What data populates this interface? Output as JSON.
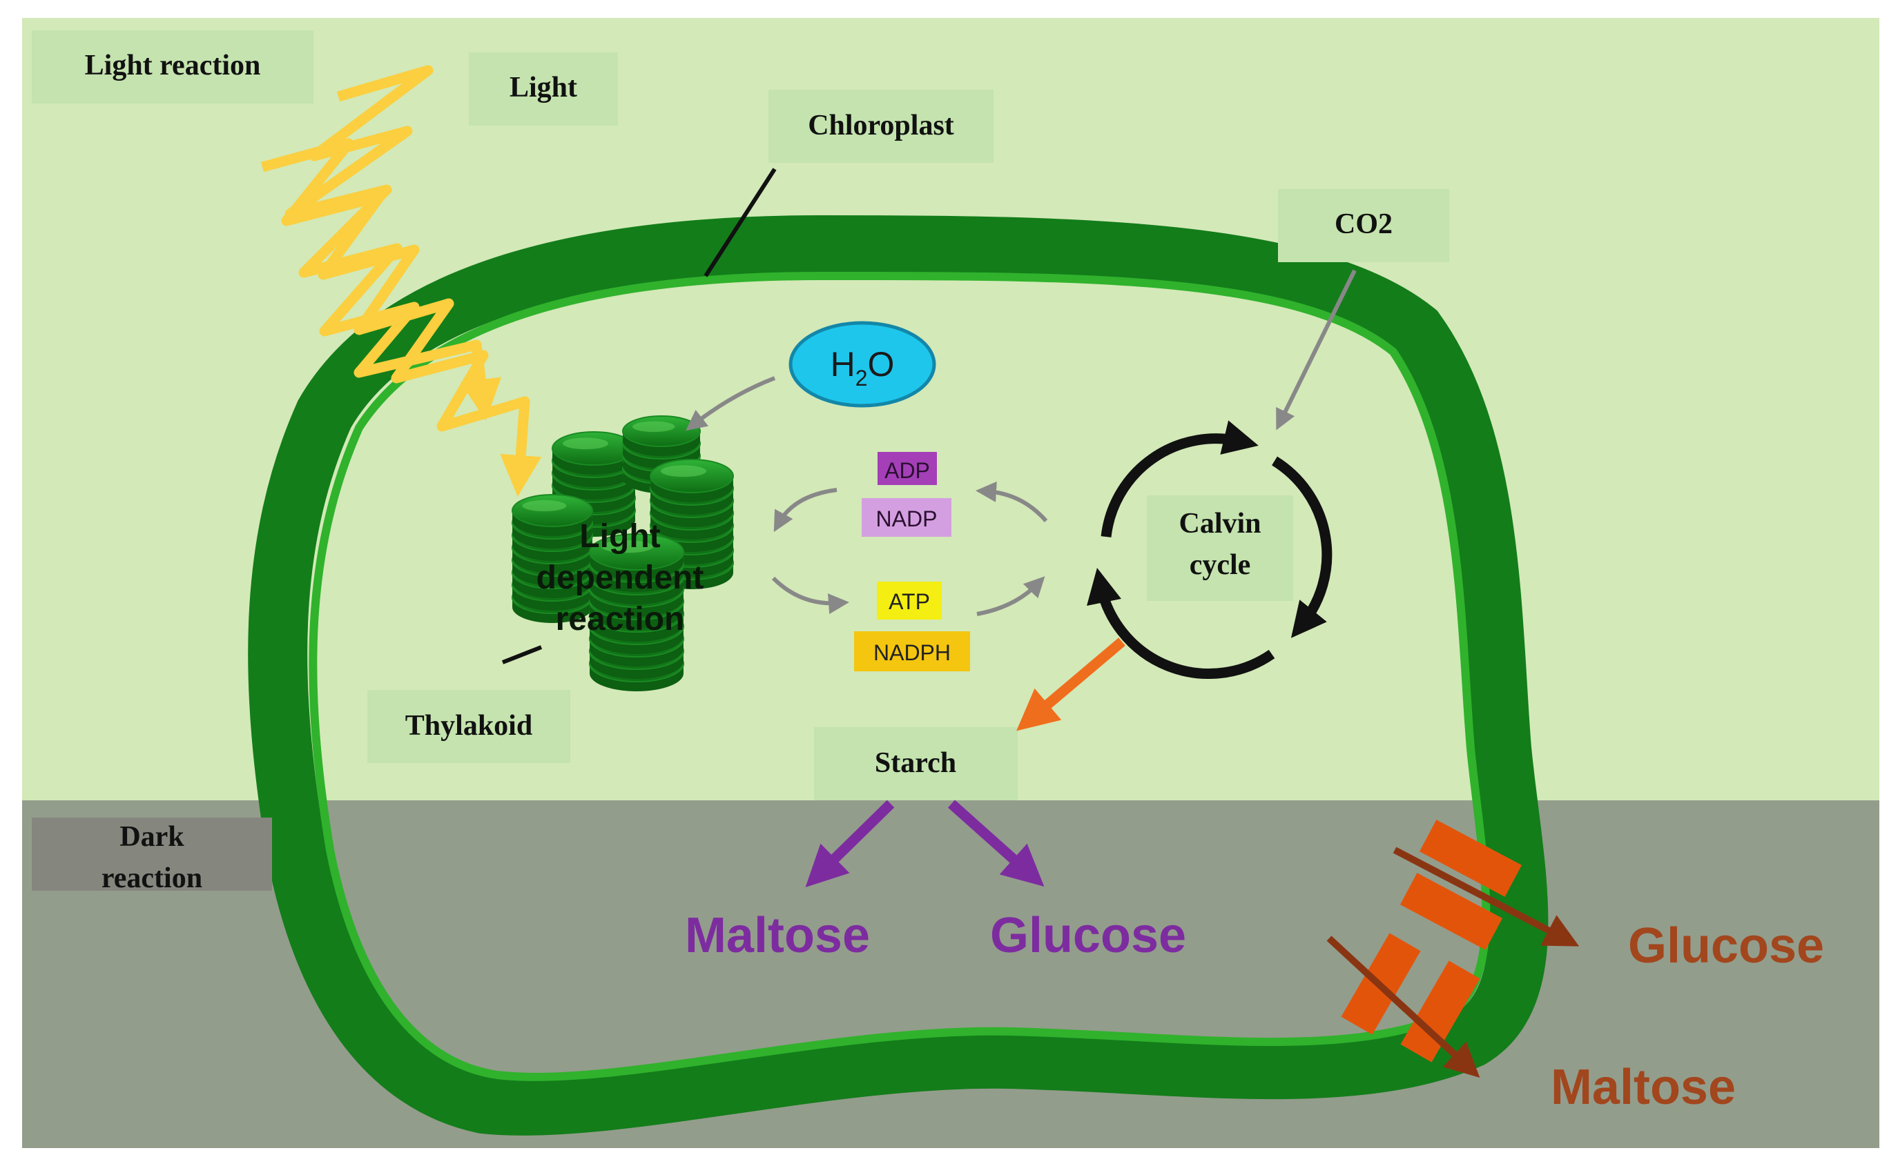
{
  "labels": {
    "light_reaction": "Light reaction",
    "light": "Light",
    "chloroplast": "Chloroplast",
    "co2": "CO2",
    "h2o_h": "H",
    "h2o_sub": "2",
    "h2o_o": "O",
    "adp": "ADP",
    "nadp": "NADP",
    "atp": "ATP",
    "nadph": "NADPH",
    "calvin_line1": "Calvin",
    "calvin_line2": "cycle",
    "light_dep_line1": "Light",
    "light_dep_line2": "dependent",
    "light_dep_line3": "reaction",
    "thylakoid": "Thylakoid",
    "starch": "Starch",
    "dark_line1": "Dark",
    "dark_line2": "reaction",
    "maltose_inside": "Maltose",
    "glucose_inside": "Glucose",
    "glucose_outside": "Glucose",
    "maltose_outside": "Maltose"
  },
  "colors": {
    "light_zone": "#d3e9b8",
    "dark_zone": "#939d8c",
    "membrane_dark": "#137d1a",
    "membrane_light": "#30b22c",
    "label_box": "#c4e3ae",
    "dark_label_box": "#85867e",
    "h2o_fill": "#1ec6ec",
    "adp_box": "#a43fb8",
    "nadp_box": "#d49fe0",
    "atp_box": "#f4ee12",
    "nadph_box": "#f4c60f",
    "sugar_inside": "#7d2ca0",
    "sugar_outside": "#a2461d",
    "transporter": "#e3540b",
    "starch_arrow": "#ef6e1d",
    "light_wave": "#fbcf3f"
  }
}
